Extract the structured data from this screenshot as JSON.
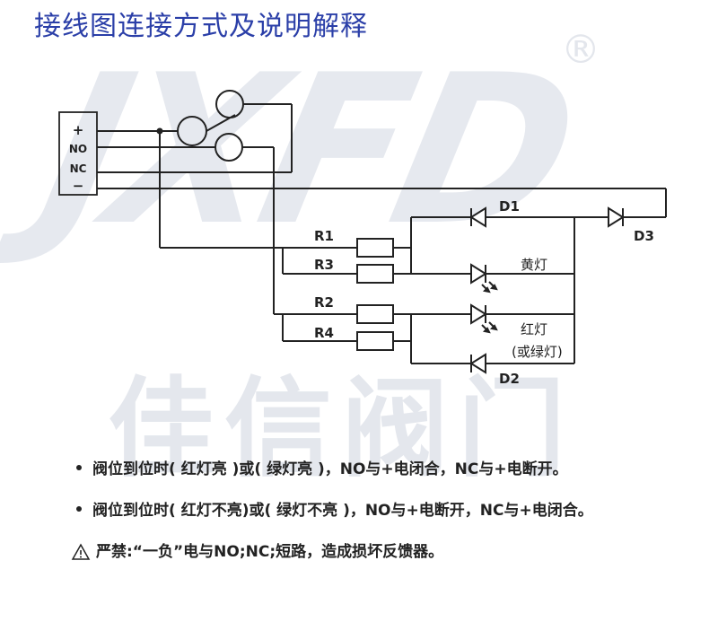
{
  "title": "接线图连接方式及说明解释",
  "watermark": {
    "logo": "JXFD",
    "brand": "佳信阀门",
    "registered": "®"
  },
  "terminals": {
    "plus": "+",
    "no": "NO",
    "nc": "NC",
    "minus": "−"
  },
  "components": {
    "r1": "R1",
    "r2": "R2",
    "r3": "R3",
    "r4": "R4",
    "d1": "D1",
    "d2": "D2",
    "d3": "D3",
    "yellow_lamp": "黄灯",
    "red_lamp": "红灯",
    "green_lamp": "(或绿灯)"
  },
  "notes": [
    "阀位到位时( 红灯亮 )或( 绿灯亮 )，NO与+电闭合，NC与+电断开。",
    "阀位到位时( 红灯不亮)或( 绿灯不亮 )，NO与+电断开，NC与+电闭合。"
  ],
  "warning": "严禁:“一负”电与NO;NC;短路，造成损坏反馈器。",
  "colors": {
    "title": "#2b3fa8",
    "line": "#222222",
    "watermark": "#e6e9ef"
  }
}
